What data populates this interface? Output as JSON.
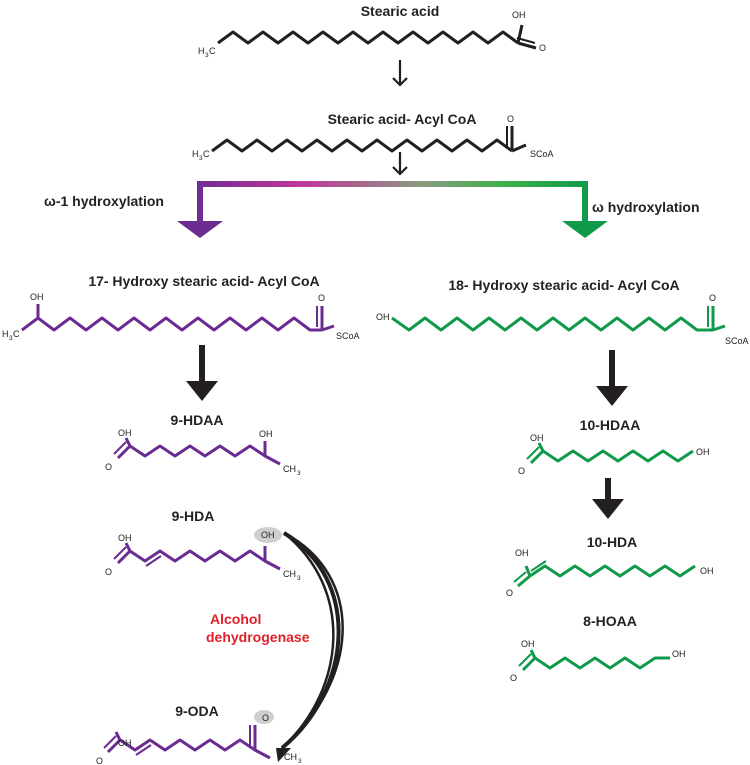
{
  "compounds": {
    "stearic_acid": "Stearic acid",
    "stearic_acyl_coa": "Stearic acid- Acyl CoA",
    "hydroxy17": "17- Hydroxy stearic acid- Acyl CoA",
    "hydroxy18": "18- Hydroxy stearic acid- Acyl CoA",
    "hdaa9": "9-HDAA",
    "hda9": "9-HDA",
    "oda9": "9-ODA",
    "hdaa10": "10-HDAA",
    "hda10": "10-HDA",
    "hoaa8": "8-HOAA"
  },
  "pathways": {
    "omega_minus_1": "ω-1 hydroxylation",
    "omega": "ω hydroxylation"
  },
  "enzyme": {
    "line1": "Alcohol",
    "line2": "dehydrogenase"
  },
  "groups": {
    "oh": "OH",
    "o": "O",
    "scoa": "SCoA",
    "h": "H",
    "c": "C",
    "three": "3",
    "ch": "CH"
  },
  "colors": {
    "black": "#231f20",
    "purple": "#6a2c91",
    "green": "#0f9a4a",
    "magenta": "#c2379a",
    "enzyme_red": "#e0202a",
    "highlight_gray": "#cfcfcf"
  }
}
